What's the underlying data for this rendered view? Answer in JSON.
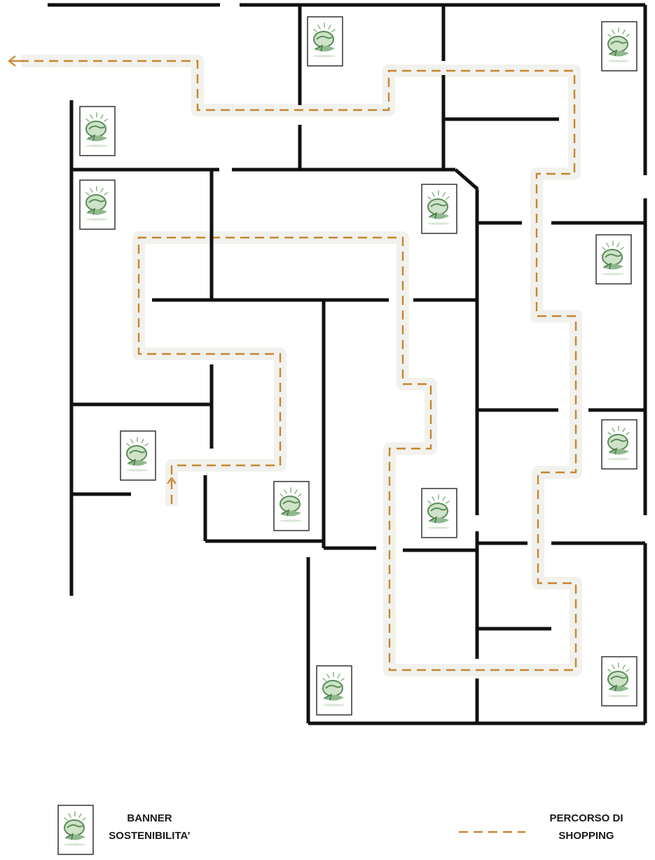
{
  "legend": {
    "banner": {
      "line1": "BANNER",
      "line2": "SOSTENIBILITA’"
    },
    "path": {
      "line1": "PERCORSO DI",
      "line2": "SHOPPING"
    }
  },
  "colors": {
    "wall": "#111111",
    "path": "#c8862c",
    "path_halo": "#f1f1ee",
    "banner_frame": "#333333",
    "banner_art": "#8fb98c",
    "banner_art_dark": "#5a8c5a"
  },
  "icons": {
    "banner": "sustainability-banner-icon",
    "arrow": "arrow-head-icon"
  },
  "banners_count_shown": 13
}
